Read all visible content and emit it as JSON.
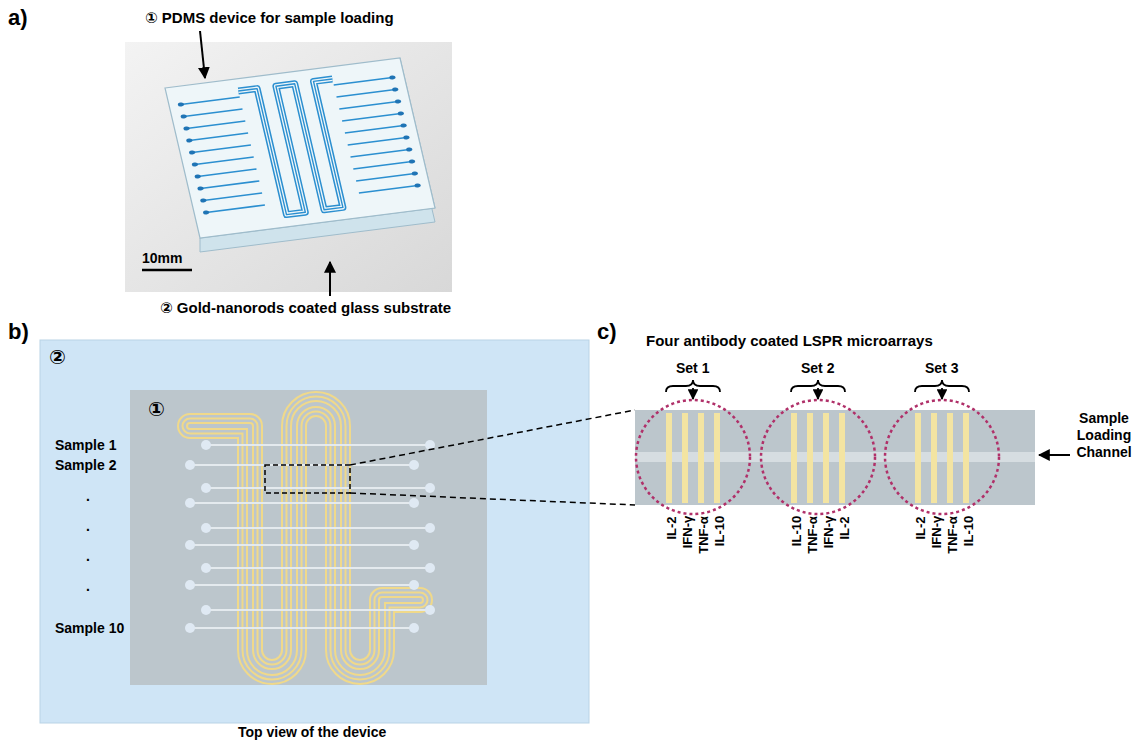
{
  "diagram": {
    "nodes": [
      {
        "text": [
          "②"
        ]
      },
      {
        "text": [
          "①"
        ],
        "in": 0
      }
    ],
    "labels": [
      "a)",
      "① PDMS device for sample loading",
      "10mm",
      "② Gold-nanorods coated glass substrate",
      "b)",
      "Sample 1",
      "Sample 2",
      ".",
      ".",
      ".",
      ".",
      "Sample 10",
      "Top view of the device",
      "c)",
      "Four antibody coated LSPR microarrays",
      "Set 1",
      "Set 2",
      "Set 3",
      "IL-2",
      "IFN-γ",
      "TNF-α",
      "IL-10",
      "IL-10",
      "TNF-α",
      "IFN-γ",
      "IL-2",
      "IL-2",
      "IFN-γ",
      "TNF-α",
      "IL-10",
      "Sample Loading Channel"
    ]
  }
}
